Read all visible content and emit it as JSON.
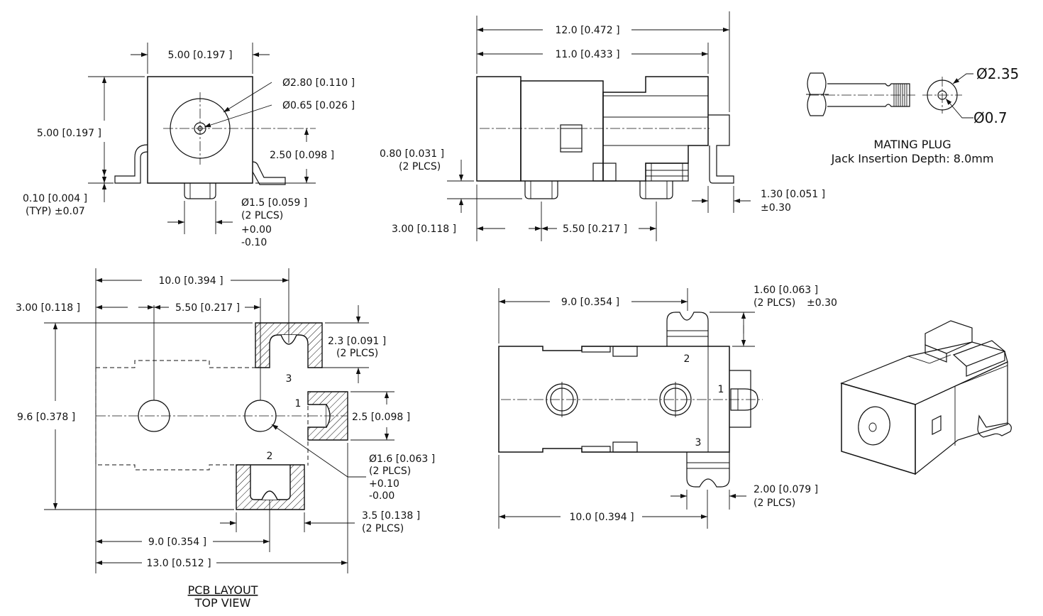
{
  "front_view": {
    "width_dim": "5.00 [0.197 ]",
    "height_dim": "5.00 [0.197 ]",
    "hole_outer": "Ø2.80 [0.110 ]",
    "hole_pin": "Ø0.65 [0.026 ]",
    "center_height": "2.50 [0.098 ]",
    "lead_thk_1": "0.10 [0.004 ]",
    "lead_thk_2": "(TYP)   ±0.07",
    "peg_dia_1": "Ø1.5 [0.059 ]",
    "peg_dia_2": "(2 PLCS)",
    "peg_dia_3": "+0.00",
    "peg_dia_4": "-0.10"
  },
  "side_view": {
    "overall_len": "12.0 [0.472 ]",
    "body_len": "11.0 [0.433 ]",
    "peg_height_1": "0.80 [0.031 ]",
    "peg_height_2": "(2 PLCS)",
    "peg_pos_1": "3.00 [0.118 ]",
    "peg_pos_2": "5.50 [0.217 ]",
    "lead_ext_1": "1.30 [0.051 ]",
    "lead_ext_2": "±0.30"
  },
  "mating_plug": {
    "outer_dia": "Ø2.35",
    "pin_dia": "Ø0.7",
    "title": "MATING PLUG",
    "depth": "Jack Insertion Depth: 8.0mm"
  },
  "pcb_layout": {
    "hole_spacing": "10.0 [0.394 ]",
    "pos_a": "3.00 [0.118 ]",
    "pos_b": "5.50 [0.217 ]",
    "overall_h": "9.6 [0.378 ]",
    "pad_h_1": "2.3 [0.091 ]",
    "pad_h_2": "(2 PLCS)",
    "pad1_h": "2.5 [0.098 ]",
    "hole_dia_1": "Ø1.6 [0.063 ]",
    "hole_dia_2": "(2 PLCS)",
    "hole_dia_3": "+0.10",
    "hole_dia_4": "-0.00",
    "pad_w_1": "3.5 [0.138 ]",
    "pad_w_2": "(2 PLCS)",
    "dim_9": "9.0 [0.354 ]",
    "dim_13": "13.0 [0.512 ]",
    "pin_3": "3",
    "pin_1": "1",
    "pin_2": "2",
    "title_1": "PCB LAYOUT",
    "title_2": "TOP VIEW"
  },
  "top_view": {
    "dim_9": "9.0 [0.354 ]",
    "lead_w_1": "1.60 [0.063 ]",
    "lead_w_2": "(2 PLCS)",
    "lead_w_3": "±0.30",
    "dim_10": "10.0 [0.394 ]",
    "dim_2_1": "2.00 [0.079 ]",
    "dim_2_2": "(2 PLCS)",
    "pin_1": "1",
    "pin_2": "2",
    "pin_3": "3"
  }
}
